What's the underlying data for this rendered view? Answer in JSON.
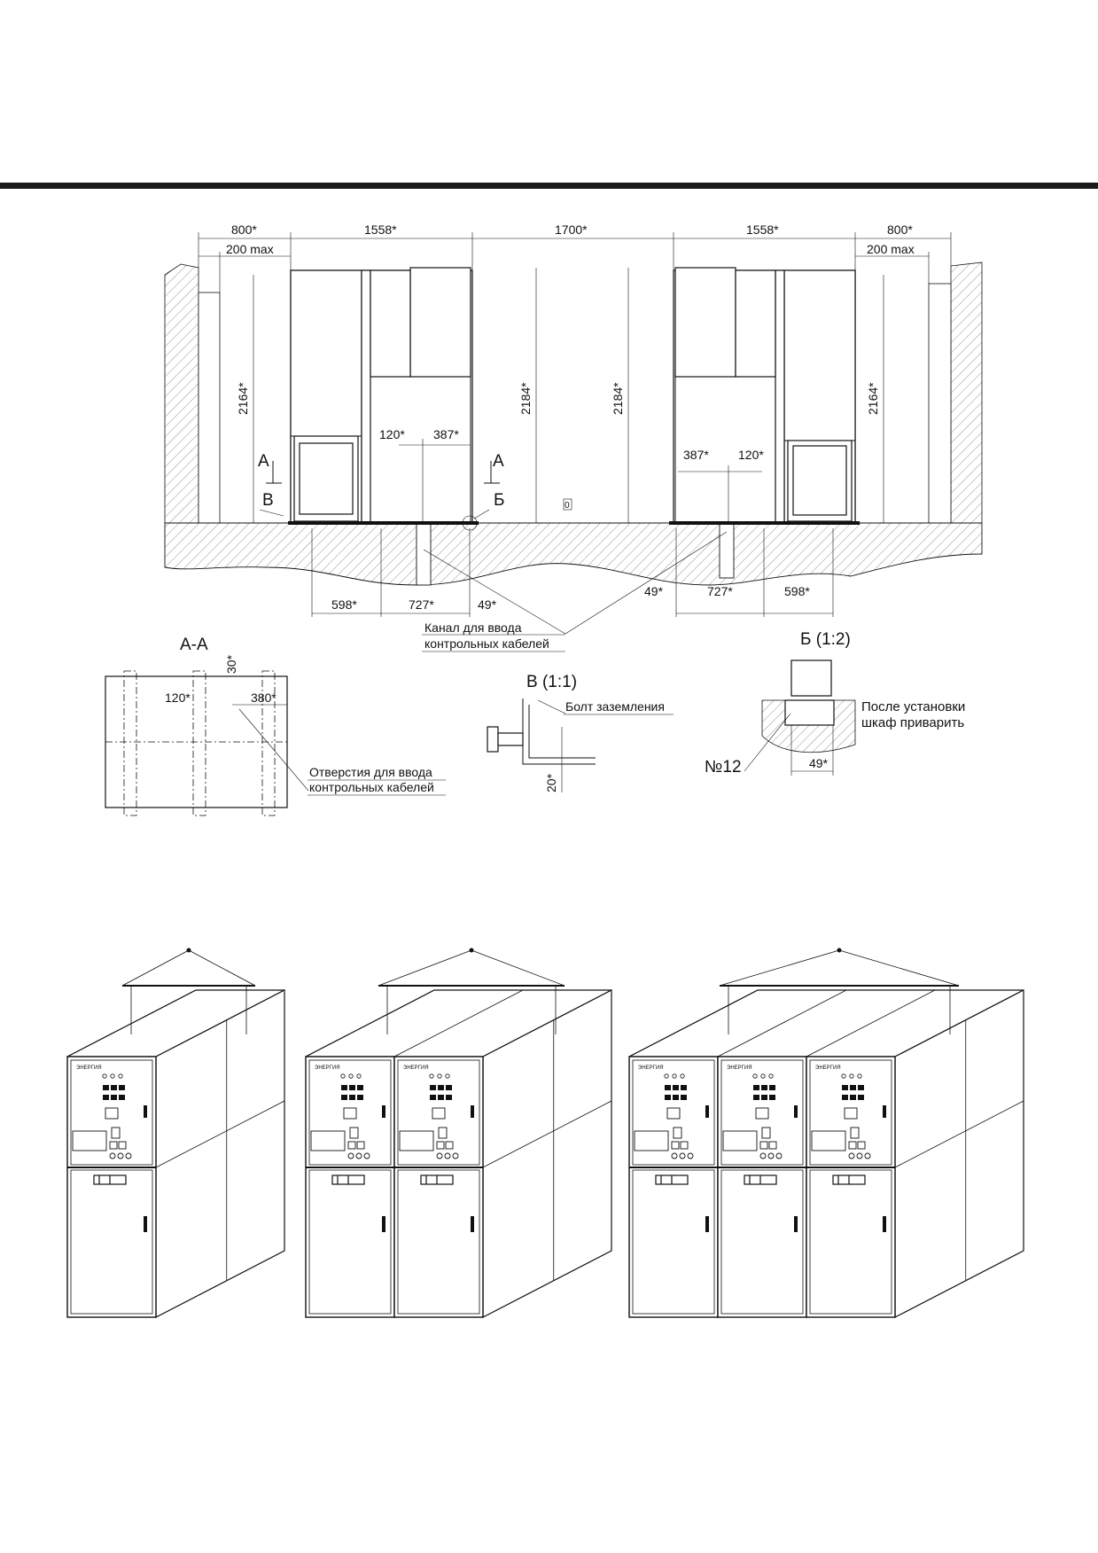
{
  "elevation": {
    "dim_top": [
      "800*",
      "200 max",
      "1558*",
      "1700*",
      "1558*",
      "800*",
      "200 max"
    ],
    "heights": [
      "2164*",
      "2184*",
      "2184*",
      "2164*"
    ],
    "inner_left": [
      "120*",
      "387*"
    ],
    "inner_right": [
      "387*",
      "120*"
    ],
    "bottom_left": [
      "598*",
      "727*",
      "49*"
    ],
    "bottom_right": [
      "49*",
      "727*",
      "598*"
    ],
    "section_marks": [
      "А",
      "А",
      "В",
      "Б"
    ],
    "zero_mark": "0",
    "channel_note_line1": "Канал для ввода",
    "channel_note_line2": "контрольных кабелей"
  },
  "section_aa": {
    "title": "А-А",
    "dims": [
      "30*",
      "120*",
      "380*"
    ],
    "note_line1": "Отверстия для ввода",
    "note_line2": "контрольных кабелей"
  },
  "detail_v": {
    "title": "В (1:1)",
    "note": "Болт заземления",
    "dim": "20*"
  },
  "detail_b": {
    "title": "Б (1:2)",
    "note_line1": "После установки",
    "note_line2": "шкаф приварить",
    "dim": "49*",
    "profile": "№12"
  },
  "isometric": {
    "panel_brand": "ЭНЕРГИЯ"
  }
}
